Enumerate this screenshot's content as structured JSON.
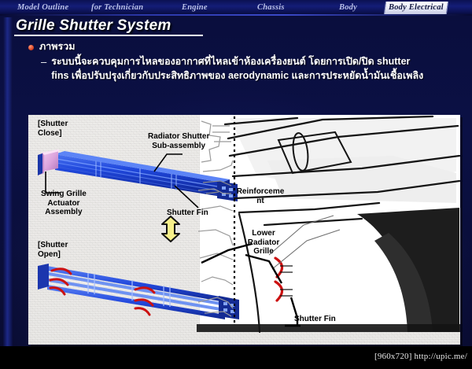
{
  "navbar": {
    "items": [
      {
        "label": "Model Outline",
        "active": false
      },
      {
        "label": "for Technician",
        "active": false
      },
      {
        "label": "Engine",
        "active": false
      },
      {
        "label": "Chassis",
        "active": false
      },
      {
        "label": "Body",
        "active": false
      },
      {
        "label": "Body Electrical",
        "active": true
      }
    ]
  },
  "slide": {
    "title": "Grille Shutter System",
    "bullet_heading": "ภาพรวม",
    "bullet_dash": "–",
    "bullet_body": "ระบบนี้จะควบคุมการไหลของอากาศที่ไหลเข้าห้องเครื่องยนต์ โดยการเปิด/ปิด shutter fins เพื่อปรับปรุงเกี่ยวกับประสิทธิภาพของ aerodynamic และการประหยัดน้ำมันเชื้อเพลิง"
  },
  "figure": {
    "labels": {
      "shutter_close": "[Shutter\nClose]",
      "shutter_open": "[Shutter\nOpen]",
      "radiator_shutter_sub_assembly": "Radiator Shutter\nSub-assembly",
      "swing_grille_actuator_assembly": "Swing Grille\nActuator\nAssembly",
      "shutter_fin_left": "Shutter Fin",
      "reinforcement": "Reinforceme\nnt",
      "lower_radiator_grille": "Lower\nRadiator\nGrille",
      "shutter_fin_right": "Shutter Fin"
    }
  },
  "footer": {
    "watermark": "[960x720] http://upic.me/"
  },
  "colors": {
    "slide_navy": "#0b1045",
    "nav_active_bg": "#ffffff",
    "bullet_dot": "#d43a1a",
    "arrow_yellow": "#f5ee7a",
    "shutter_blue": "#1f46d8",
    "actuator_pink": "#e6a8e0",
    "fin_red": "#cc1111",
    "panel_bg": "#e4e2df"
  }
}
